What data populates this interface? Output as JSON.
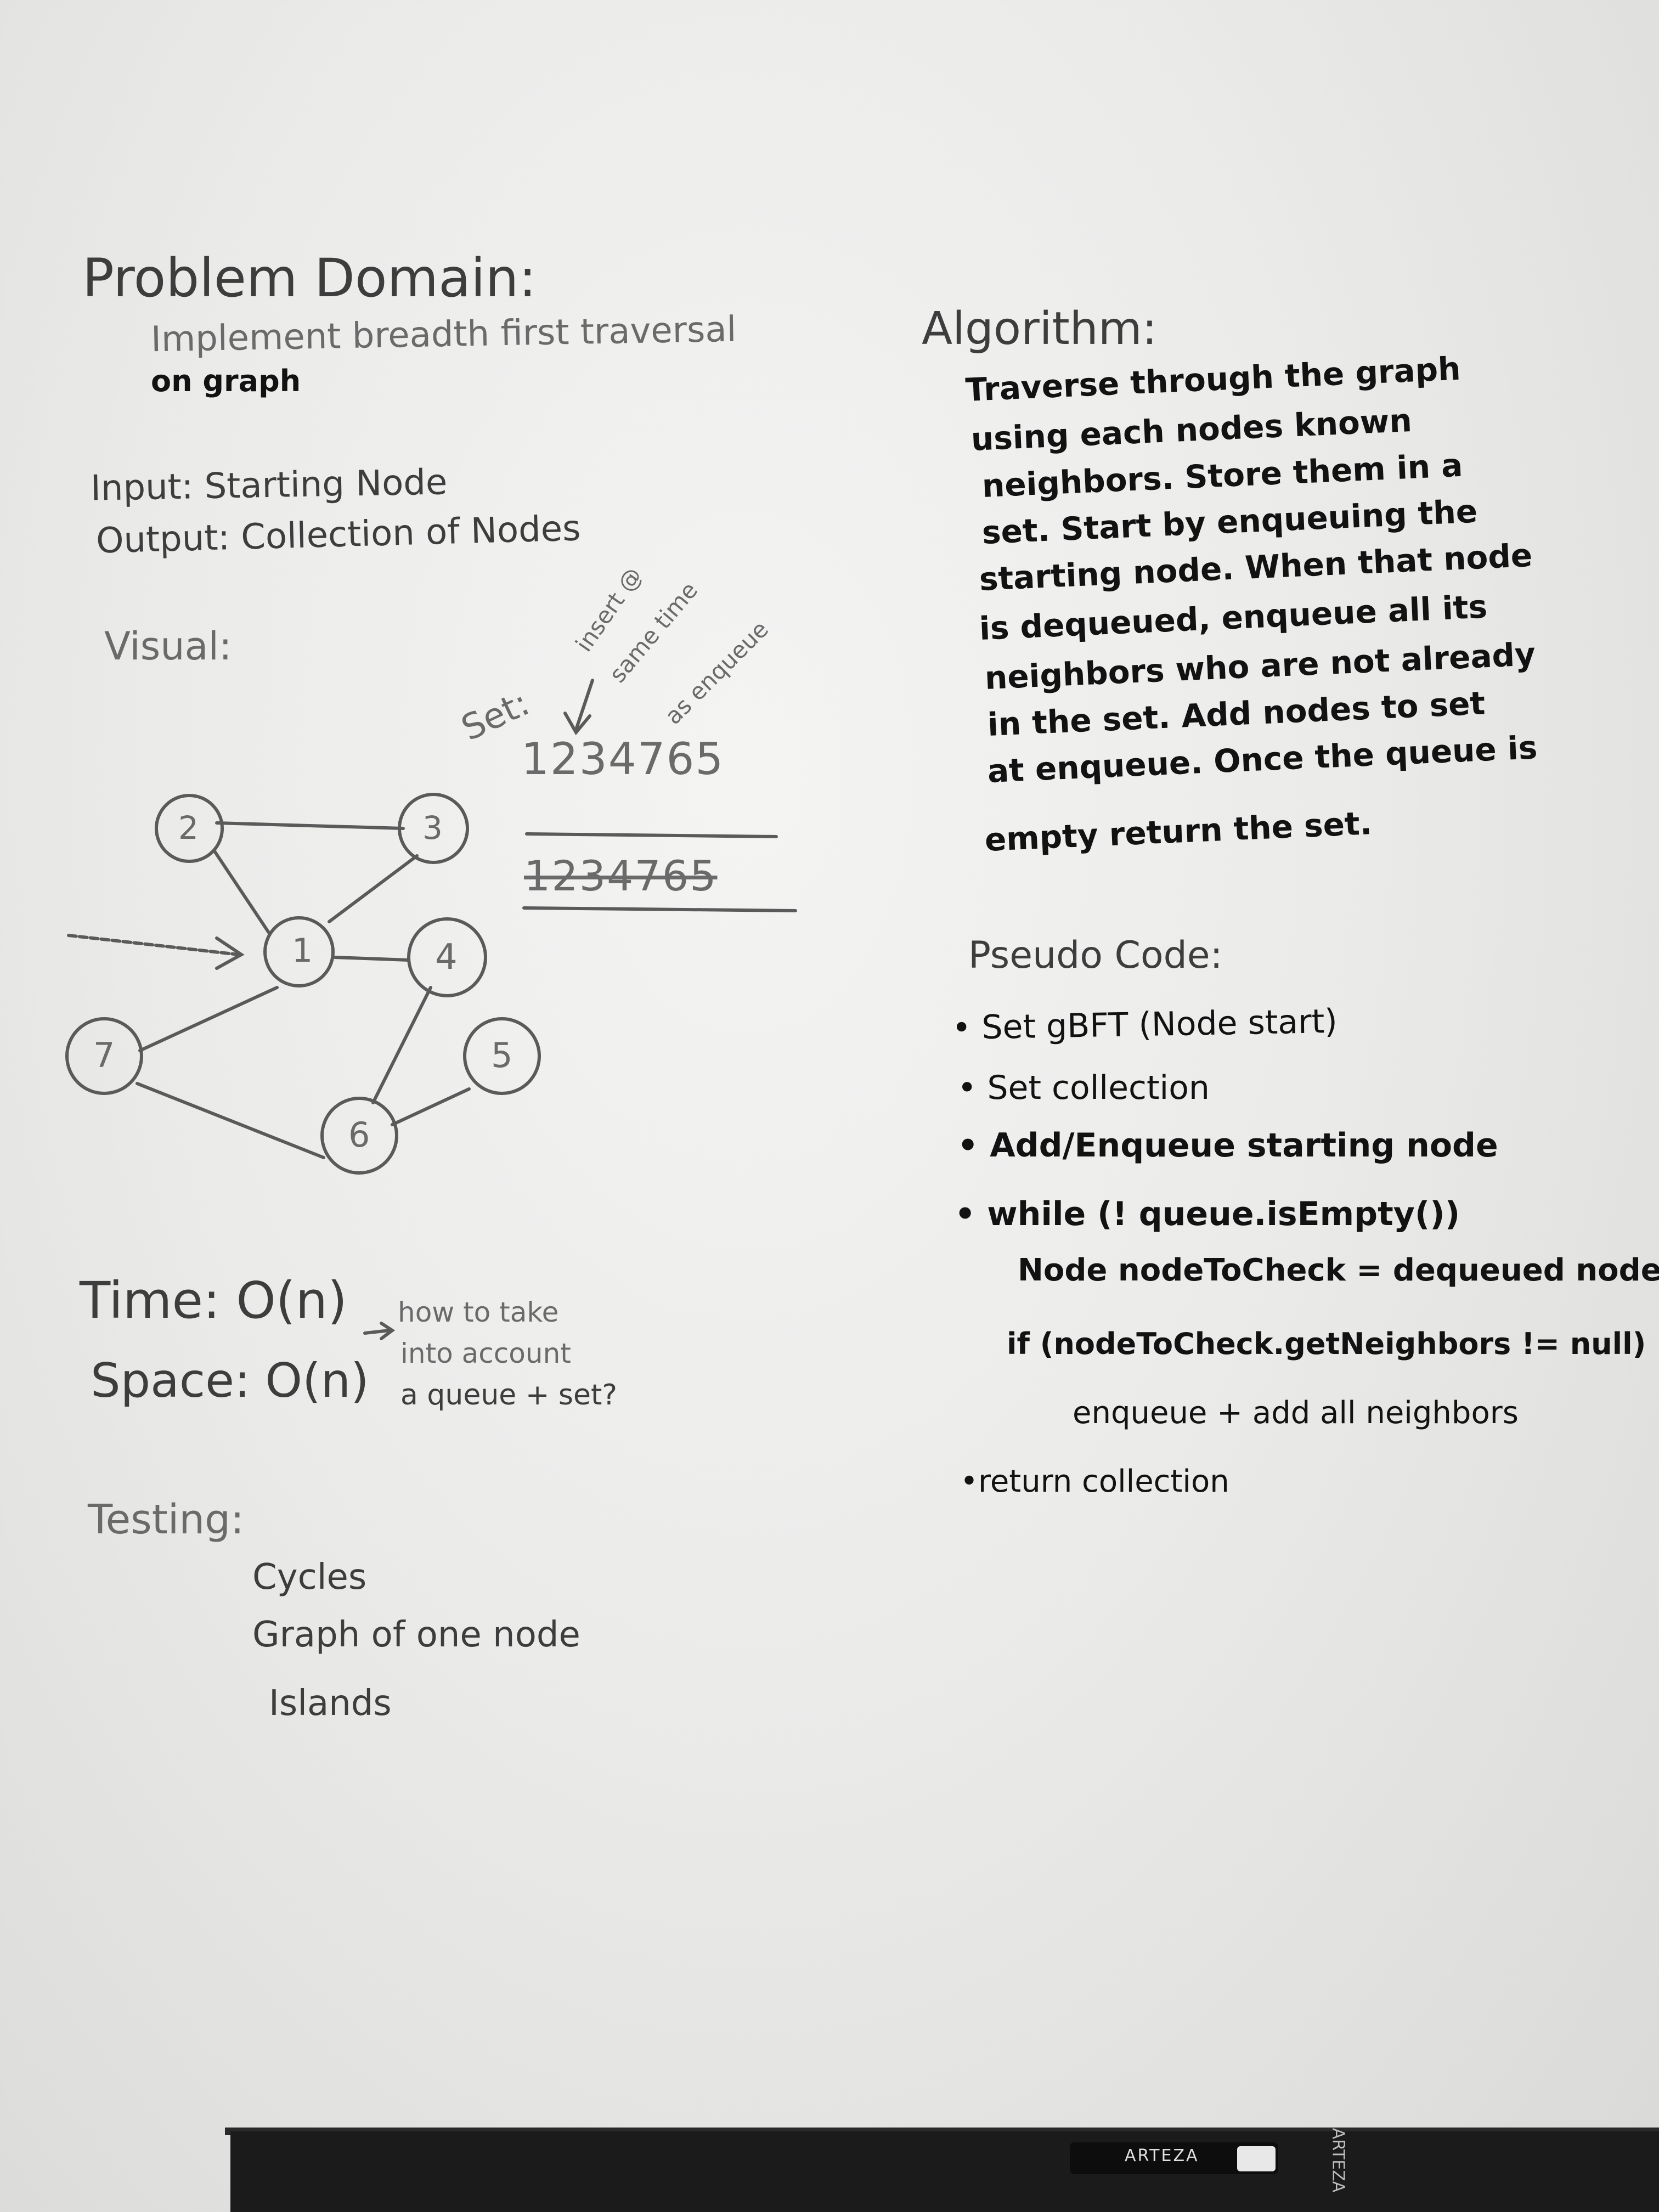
{
  "left": {
    "problem_domain_title": "Problem Domain:",
    "problem_domain_line1": "Implement breadth first traversal",
    "problem_domain_line2": "on graph",
    "input": "Input: Starting Node",
    "output": "Output: Collection of Nodes",
    "visual_label": "Visual:",
    "set_label": "Set:",
    "insert_note_1": "insert @",
    "insert_note_2": "same time",
    "insert_note_3": "as enqueue",
    "set_values": "1234765",
    "queue_values": "1234765",
    "graph_nodes": [
      "1",
      "2",
      "3",
      "4",
      "5",
      "6",
      "7"
    ],
    "time": "Time: O(n)",
    "space": "Space: O(n)",
    "complexity_note_1": "how to take",
    "complexity_note_2": "into account",
    "complexity_note_3": "a queue + set?",
    "testing_title": "Testing:",
    "testing_items": [
      "Cycles",
      "Graph of one node",
      "Islands"
    ]
  },
  "right": {
    "algorithm_title": "Algorithm:",
    "algorithm_lines": [
      "Traverse through the graph",
      "using each nodes known",
      "neighbors. Store them in a",
      "set. Start by enqueuing the",
      "starting node. When that node",
      "is dequeued, enqueue all its",
      "neighbors who are not already",
      "in the set. Add nodes to set",
      "at enqueue. Once the queue is",
      "empty return the set."
    ],
    "pseudo_title": "Pseudo Code:",
    "pseudo_lines": [
      "• Set gBFT (Node start)",
      "• Set collection",
      "• Add/Enqueue starting node",
      "• while (! queue.isEmpty())",
      "Node nodeToCheck = dequeued node;",
      "if (nodeToCheck.getNeighbors != null)",
      "enqueue + add all neighbors",
      "•return collection"
    ]
  },
  "tray": {
    "marker_brand": "ARTEZA",
    "marker_brand_side": "ARTEZA"
  }
}
